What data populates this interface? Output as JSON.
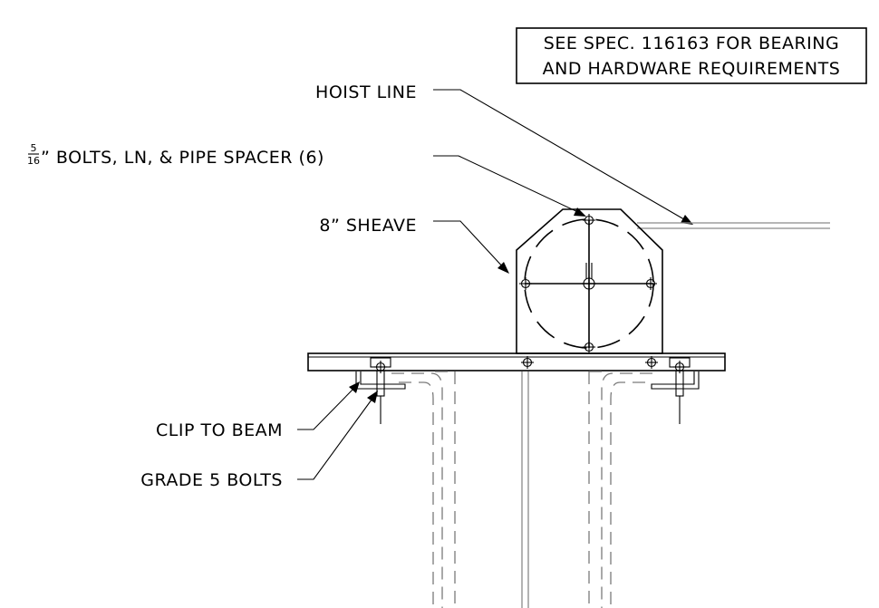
{
  "note": {
    "line1": "SEE SPEC. 116163 FOR BEARING",
    "line2": "AND HARDWARE REQUIREMENTS"
  },
  "labels": {
    "hoist_line": "HOIST LINE",
    "bolts_numerator": "5",
    "bolts_denominator": "16",
    "bolts_text": "” BOLTS, LN, & PIPE SPACER (6)",
    "sheave": "8” SHEAVE",
    "clip_to_beam": "CLIP TO BEAM",
    "grade_5_bolts": "GRADE 5 BOLTS"
  }
}
